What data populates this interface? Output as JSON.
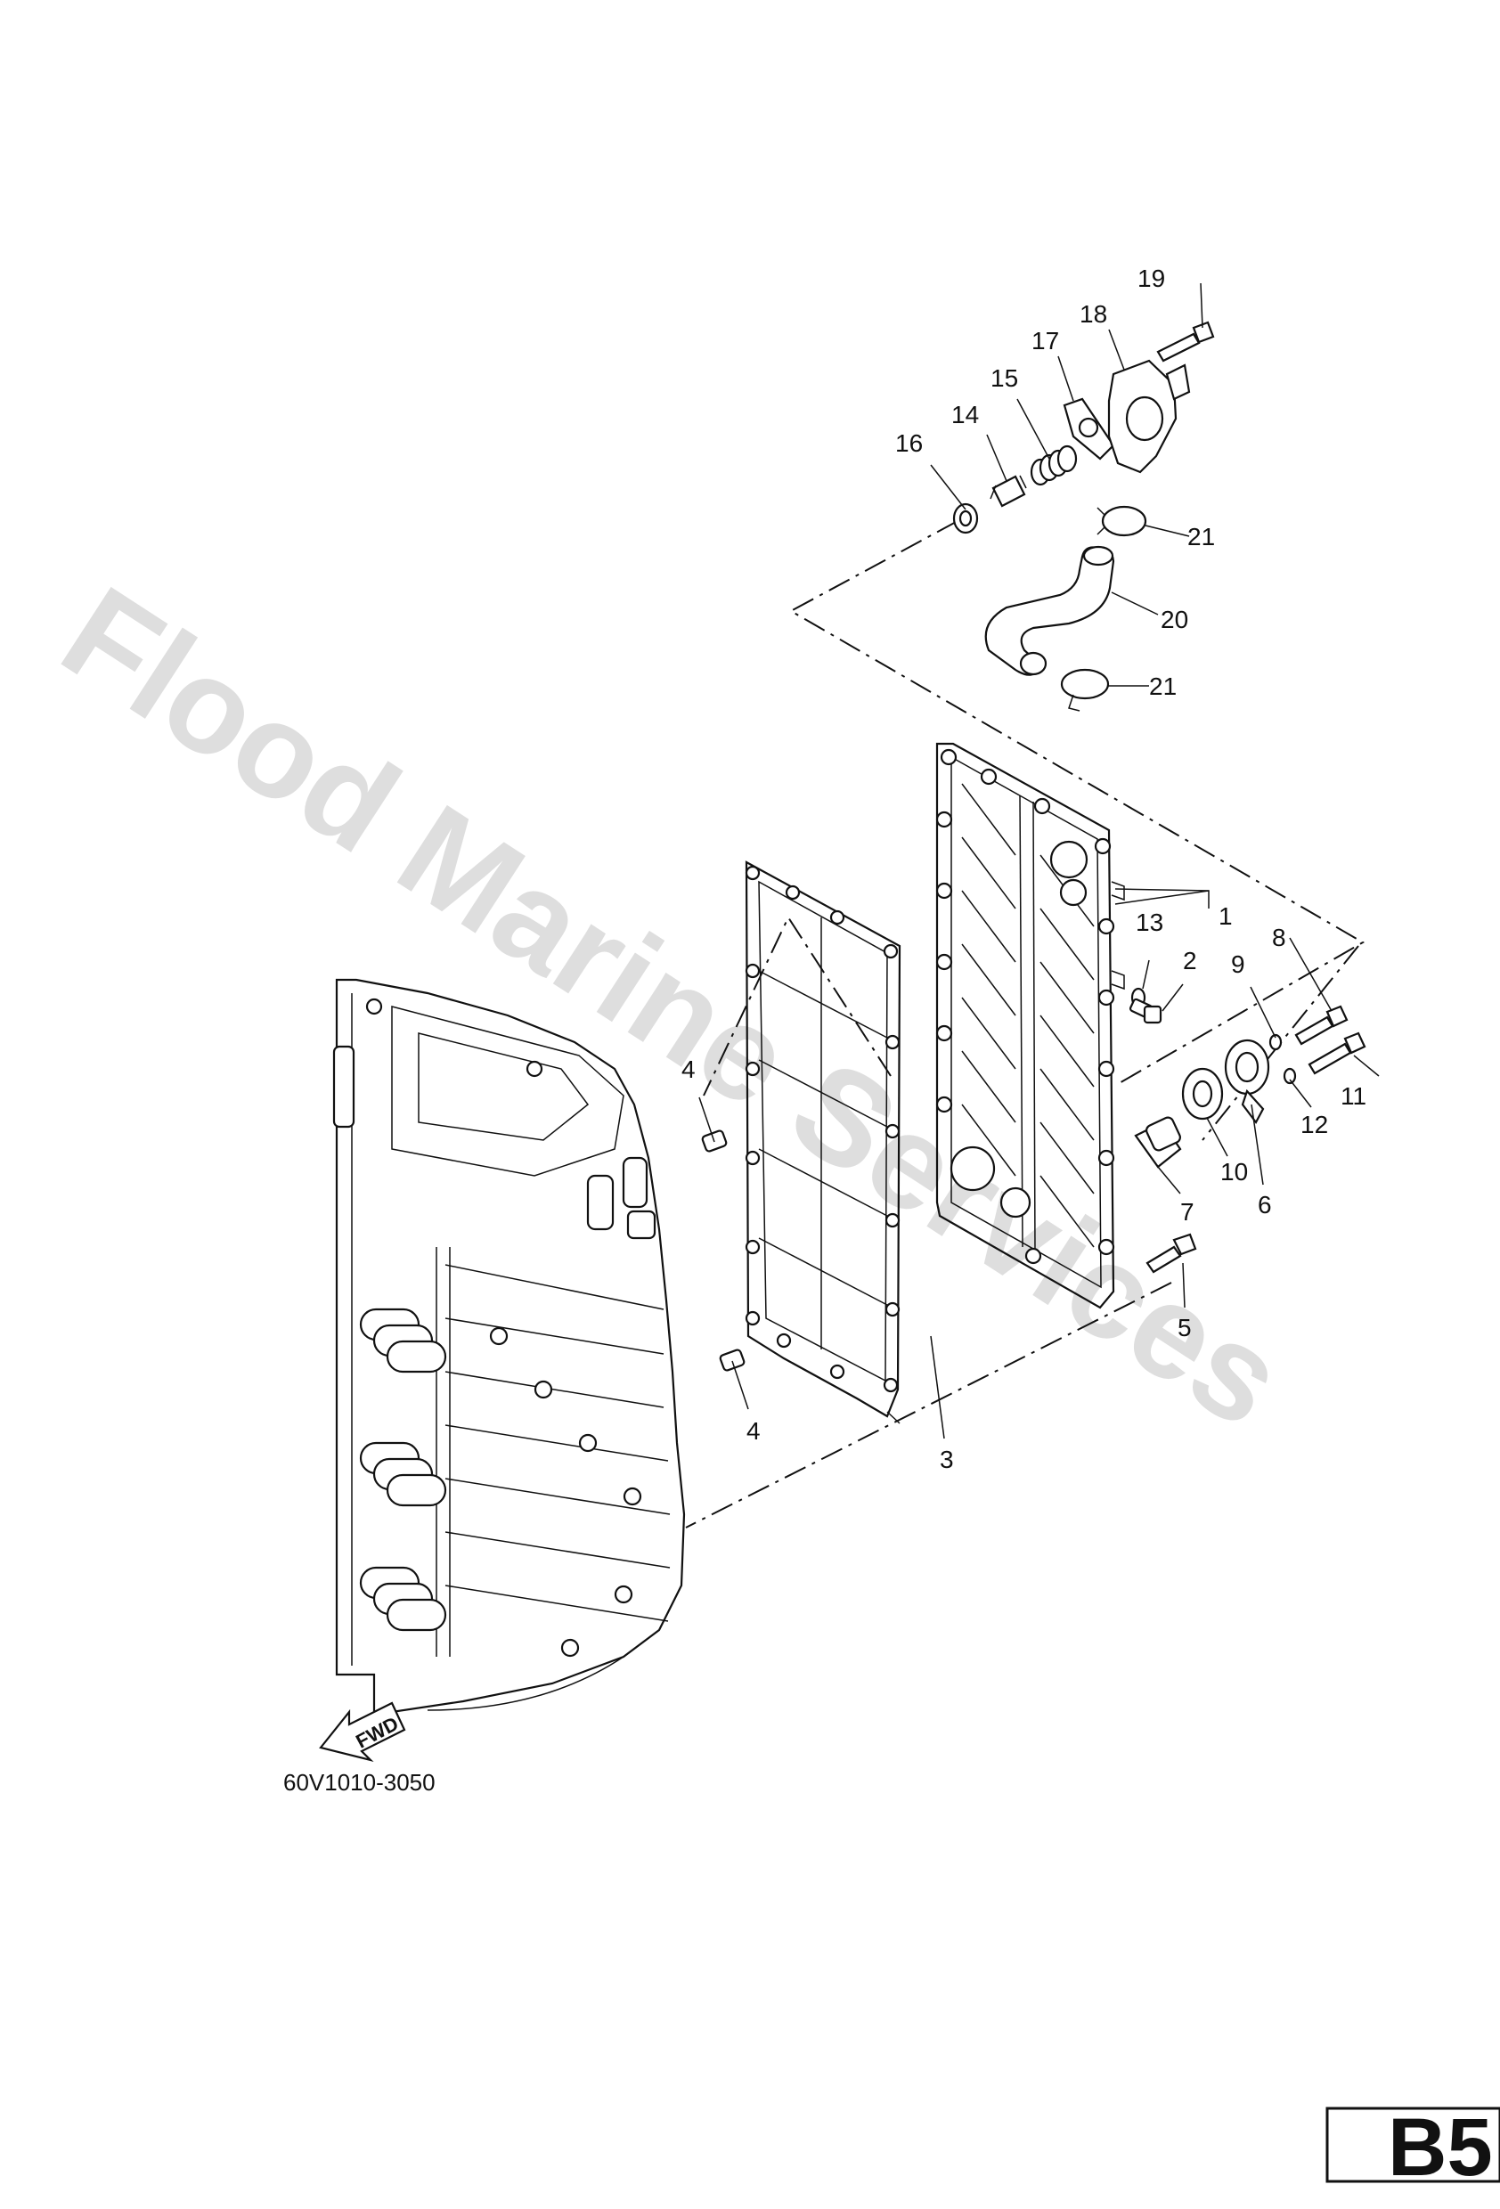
{
  "diagram": {
    "drawing_code": "60V1010-3050",
    "page_tag": "B5",
    "fwd_label": "FWD",
    "watermark": "Flood Marine Services",
    "callouts": [
      "1",
      "2",
      "3",
      "4",
      "4",
      "5",
      "6",
      "7",
      "8",
      "9",
      "10",
      "11",
      "12",
      "13",
      "14",
      "15",
      "16",
      "17",
      "18",
      "19",
      "20",
      "21",
      "21"
    ]
  }
}
